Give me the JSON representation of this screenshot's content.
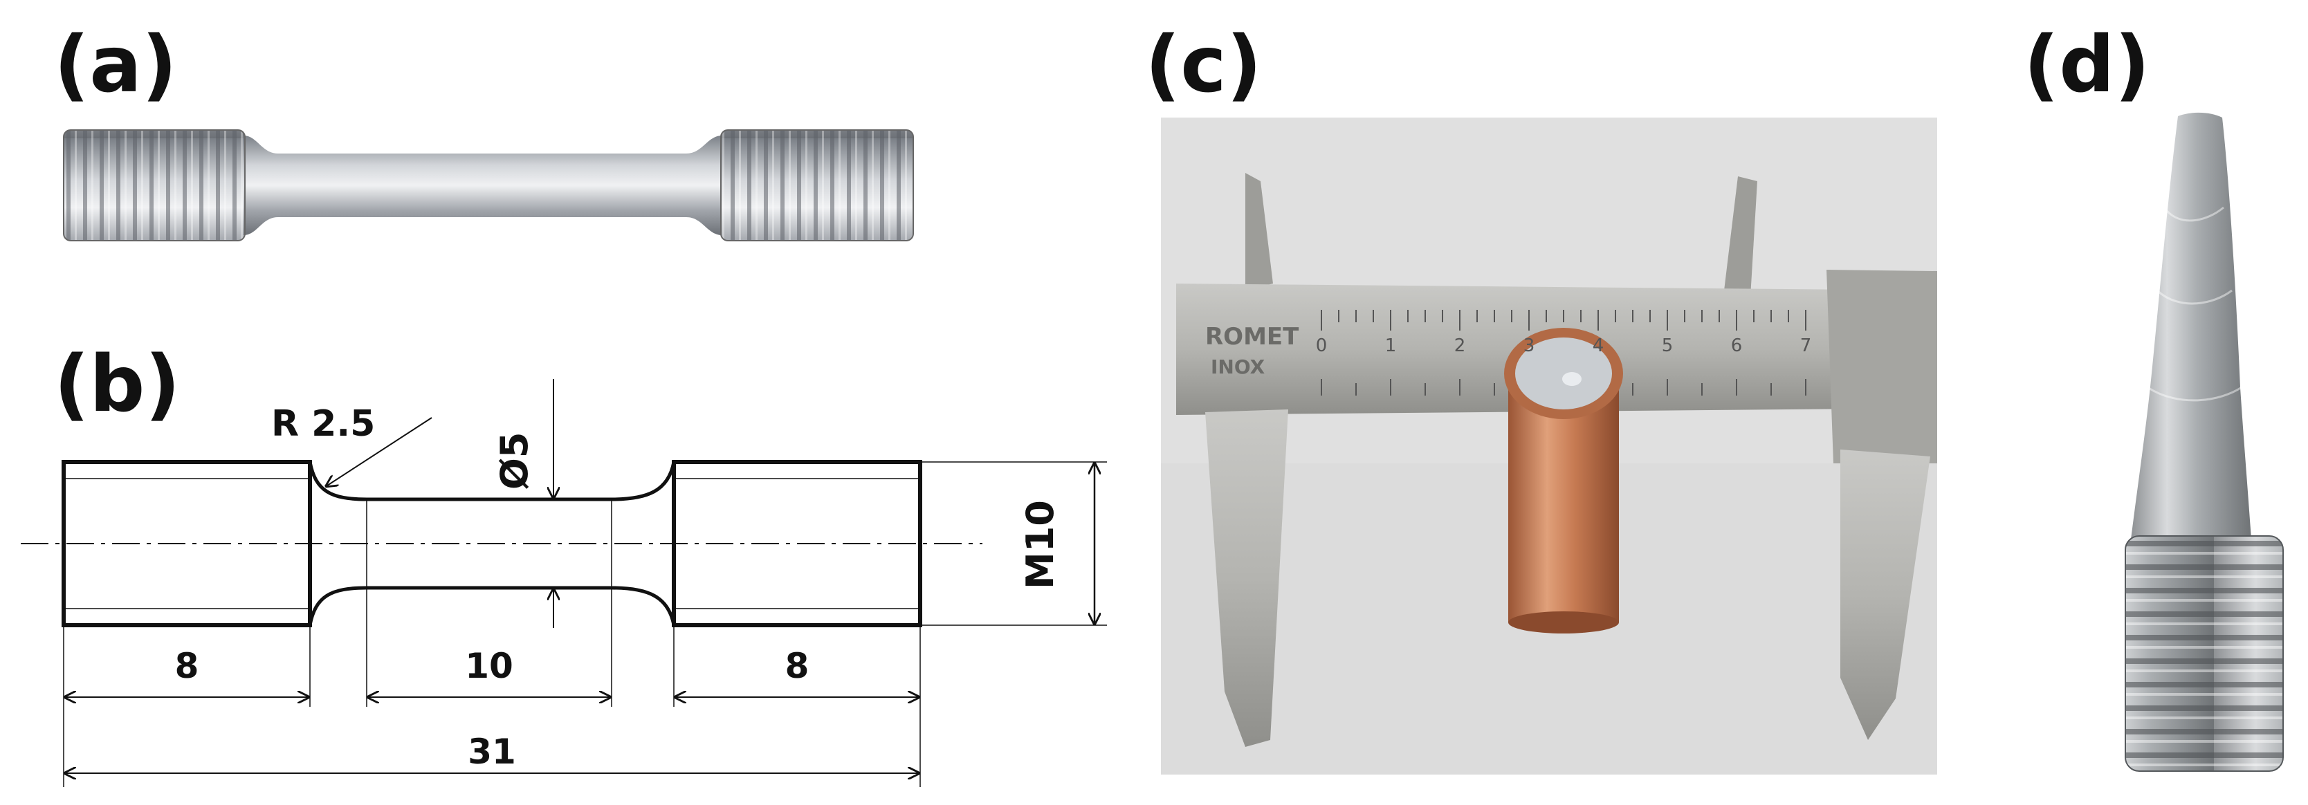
{
  "panels": {
    "a": "(a)",
    "b": "(b)",
    "c": "(c)",
    "d": "(d)"
  },
  "drawing": {
    "radius_label": "R 2.5",
    "diameter_label": "Ø5",
    "thread_label": "M10",
    "left_grip_length": "8",
    "gauge_length": "10",
    "right_grip_length": "8",
    "total_length": "31"
  },
  "caliper": {
    "brand": "ROMET",
    "material": "INOX",
    "scale_digits": [
      "0",
      "1",
      "2",
      "3",
      "4",
      "5",
      "6",
      "7"
    ]
  },
  "colors": {
    "steel": "#a9adb3",
    "copper": "#c67a52",
    "photo_bg": "#dcdcdc",
    "ink": "#111111"
  }
}
